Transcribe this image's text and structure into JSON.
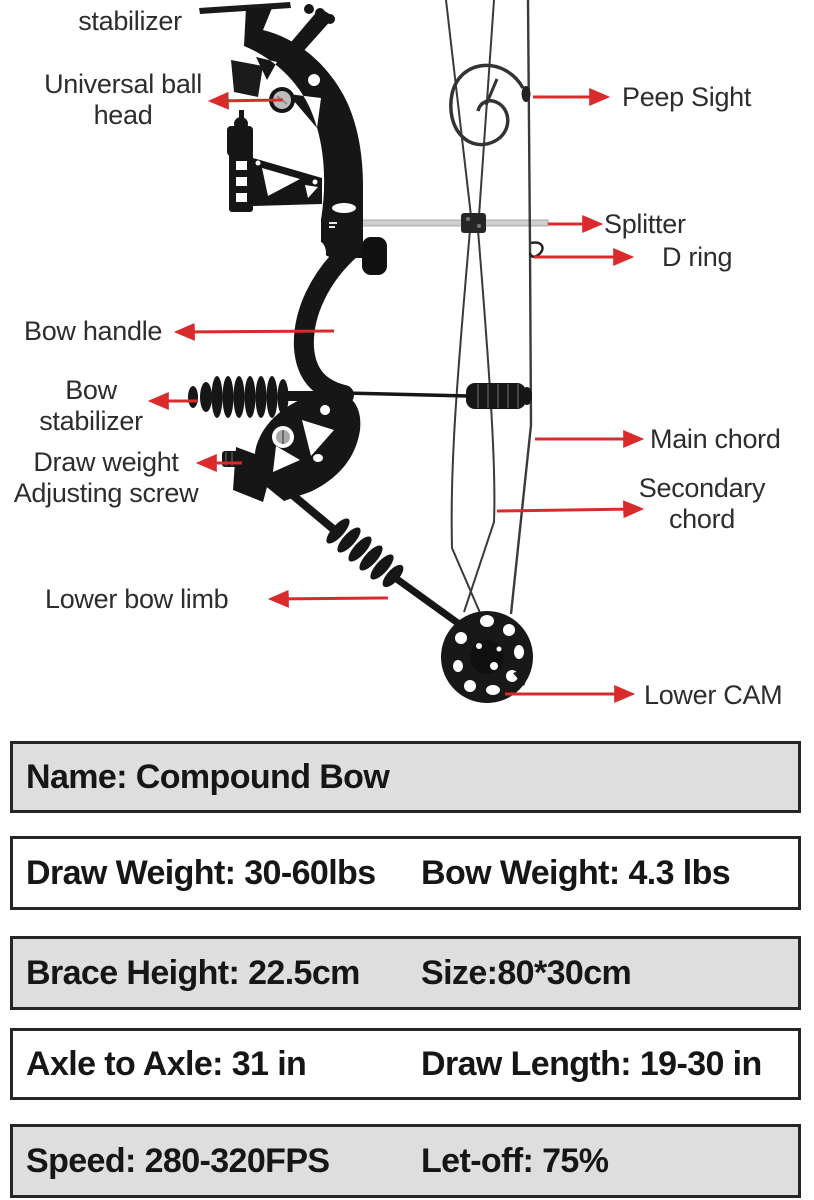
{
  "diagram": {
    "labels": [
      {
        "text": "stabilizer"
      },
      {
        "text": "Universal ball\nhead"
      },
      {
        "text": "Peep Sight"
      },
      {
        "text": "Splitter"
      },
      {
        "text": "D ring"
      },
      {
        "text": "Bow handle"
      },
      {
        "text": "Bow\nstabilizer"
      },
      {
        "text": "Draw weight\nAdjusting screw"
      },
      {
        "text": "Main chord"
      },
      {
        "text": "Secondary\nchord"
      },
      {
        "text": "Lower bow limb"
      },
      {
        "text": "Lower CAM"
      }
    ]
  },
  "spec_table": {
    "rows": [
      {
        "cells": [
          "Name: Compound  Bow"
        ]
      },
      {
        "cells": [
          "Draw Weight: 30-60lbs",
          "Bow Weight: 4.3 lbs"
        ]
      },
      {
        "cells": [
          "Brace Height: 22.5cm",
          "Size:80*30cm"
        ]
      },
      {
        "cells": [
          "Axle to Axle: 31 in",
          "Draw Length: 19-30 in"
        ]
      },
      {
        "cells": [
          "Speed: 280-320FPS",
          "Let-off: 75%"
        ]
      }
    ]
  },
  "colors": {
    "arrow_red": "#d92b2b",
    "label_text": "#2d2d2d",
    "table_text": "#161616",
    "row_shaded_bg": "#dedede",
    "row_border": "#262626",
    "bow_black": "#161616"
  }
}
